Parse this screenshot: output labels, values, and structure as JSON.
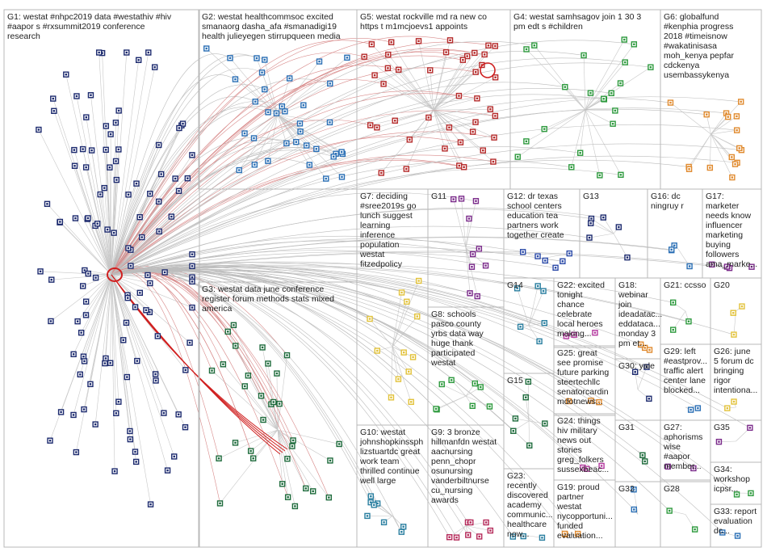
{
  "graph": {
    "title": "",
    "groups": [
      {
        "id": "G1",
        "label_lines": [
          "G1: westat #nhpc2019 data #westathiv #hiv",
          "#aapor s #rxsummit2019 conference",
          "research"
        ],
        "color": "#1c2a6e",
        "node_count": 120,
        "hub": true
      },
      {
        "id": "G2",
        "label_lines": [
          "G2: westat healthcommsoc excited",
          "smanaorg dasha_afa #smanadigi19",
          "health julieyegen stirrupqueen media"
        ],
        "color": "#2a6fb5",
        "node_count": 36
      },
      {
        "id": "G5",
        "label_lines": [
          "G5: westat rockville md ra new co",
          "https t m1mcjoevs1 appoints"
        ],
        "color": "#b52a2a",
        "node_count": 42
      },
      {
        "id": "G4",
        "label_lines": [
          "G4: westat samhsagov join 1 30 3",
          "pm edt s #children"
        ],
        "color": "#2e9a3e",
        "node_count": 22
      },
      {
        "id": "G6",
        "label_lines": [
          "G6: globalfund",
          "#kenphia progress",
          "2018 #timeisnow",
          "#wakatinisasa",
          "moh_kenya pepfar",
          "cdckenya",
          "usembassykenya"
        ],
        "color": "#e08a2e",
        "node_count": 16
      },
      {
        "id": "G3",
        "label_lines": [
          "G3: westat data june conference",
          "register forum methods stats mixed",
          "america"
        ],
        "color": "#1e6b3c",
        "node_count": 32
      },
      {
        "id": "G7",
        "label_lines": [
          "G7: deciding",
          "#sree2019s go",
          "lunch suggest",
          "learning",
          "inference",
          "population",
          "westat",
          "fitzedpolicy"
        ],
        "color": "#e2c23a",
        "node_count": 12
      },
      {
        "id": "G11",
        "label_lines": [
          "G11"
        ],
        "color": "#7a2a8a",
        "node_count": 10
      },
      {
        "id": "G12",
        "label_lines": [
          "G12: dr texas",
          "school centers",
          "education tea",
          "partners work",
          "together create"
        ],
        "color": "#2b4aa8",
        "node_count": 6
      },
      {
        "id": "G13",
        "label_lines": [
          "G13"
        ],
        "color": "#1c2a6e",
        "node_count": 6
      },
      {
        "id": "G16",
        "label_lines": [
          "G16: dc",
          "ningruy r"
        ],
        "color": "#2a6fb5",
        "node_count": 4
      },
      {
        "id": "G17",
        "label_lines": [
          "G17:",
          "marketer",
          "needs know",
          "influencer",
          "marketing",
          "buying",
          "followers",
          "ama_marke..."
        ],
        "color": "#7a2a8a",
        "node_count": 4
      },
      {
        "id": "G8",
        "label_lines": [
          "G8: schools",
          "pasco county",
          "yrbs data way",
          "huge thank",
          "participated",
          "westat"
        ],
        "color": "#2e9a3e",
        "node_count": 8
      },
      {
        "id": "G14",
        "label_lines": [
          "G14"
        ],
        "color": "#2a7fa0",
        "node_count": 6
      },
      {
        "id": "G22",
        "label_lines": [
          "G22: excited",
          "tonight",
          "chance",
          "celebrate",
          "local heroes",
          "making..."
        ],
        "color": "#b53aa0",
        "node_count": 3
      },
      {
        "id": "G18",
        "label_lines": [
          "G18:",
          "webinar",
          "join",
          "ideadatac...",
          "eddataca...",
          "monday 3",
          "pm et..."
        ],
        "color": "#e08a2e",
        "node_count": 3
      },
      {
        "id": "G21",
        "label_lines": [
          "G21: ccsso"
        ],
        "color": "#2e9a3e",
        "node_count": 3
      },
      {
        "id": "G20",
        "label_lines": [
          "G20"
        ],
        "color": "#e2c23a",
        "node_count": 3
      },
      {
        "id": "G25",
        "label_lines": [
          "G25: great",
          "see promise",
          "future parking",
          "steertechllc",
          "senatorcardin",
          "mdotnews..."
        ],
        "color": "#e08a2e",
        "node_count": 3
      },
      {
        "id": "G15",
        "label_lines": [
          "G15"
        ],
        "color": "#1e6b3c",
        "node_count": 6
      },
      {
        "id": "G30",
        "label_lines": [
          "G30: yale"
        ],
        "color": "#1c2a6e",
        "node_count": 3
      },
      {
        "id": "G29",
        "label_lines": [
          "G29: left",
          "#eastprov...",
          "traffic alert",
          "center lane",
          "blocked..."
        ],
        "color": "#2a6fb5",
        "node_count": 2
      },
      {
        "id": "G26",
        "label_lines": [
          "G26: june",
          "5 forum dc",
          "bringing",
          "rigor",
          "intentiona..."
        ],
        "color": "#e2c23a",
        "node_count": 2
      },
      {
        "id": "G10",
        "label_lines": [
          "G10: westat",
          "johnshopkinssph",
          "lizstuartdc great",
          "work team",
          "thrilled continue",
          "well large"
        ],
        "color": "#2a7fa0",
        "node_count": 8
      },
      {
        "id": "G9",
        "label_lines": [
          "G9: 3 bronze",
          "hillmanfdn westat",
          "aacnursing",
          "penn_chopr",
          "osunursing",
          "vanderbiltnurse",
          "cu_nursing",
          "awards"
        ],
        "color": "#b52a5a",
        "node_count": 8
      },
      {
        "id": "G24",
        "label_lines": [
          "G24: things",
          "hiv military",
          "news out",
          "stories",
          "greg_folkers",
          "sussexbeac..."
        ],
        "color": "#b53aa0",
        "node_count": 3
      },
      {
        "id": "G31",
        "label_lines": [
          "G31"
        ],
        "color": "#1e6b3c",
        "node_count": 2
      },
      {
        "id": "G27",
        "label_lines": [
          "G27:",
          "aphorisms",
          "wise",
          "#aapor",
          "member..."
        ],
        "color": "#7a2a8a",
        "node_count": 2
      },
      {
        "id": "G35",
        "label_lines": [
          "G35"
        ],
        "color": "#7a2a8a",
        "node_count": 2
      },
      {
        "id": "G34",
        "label_lines": [
          "G34:",
          "workshop",
          "icpsr..."
        ],
        "color": "#2e9a3e",
        "node_count": 2
      },
      {
        "id": "G23",
        "label_lines": [
          "G23:",
          "recently",
          "discovered",
          "academy",
          "communic...",
          "healthcare",
          "now..."
        ],
        "color": "#2a7fa0",
        "node_count": 3
      },
      {
        "id": "G19",
        "label_lines": [
          "G19: proud",
          "partner",
          "westat",
          "nycopportuni...",
          "funded",
          "evaluation..."
        ],
        "color": "#e08a2e",
        "node_count": 3
      },
      {
        "id": "G32",
        "label_lines": [
          "G32"
        ],
        "color": "#2a6fb5",
        "node_count": 2
      },
      {
        "id": "G28",
        "label_lines": [
          "G28"
        ],
        "color": "#2e9a3e",
        "node_count": 2
      },
      {
        "id": "G33",
        "label_lines": [
          "G33: report",
          "evaluation",
          "dc..."
        ],
        "color": "#2a6fb5",
        "node_count": 2
      }
    ]
  }
}
